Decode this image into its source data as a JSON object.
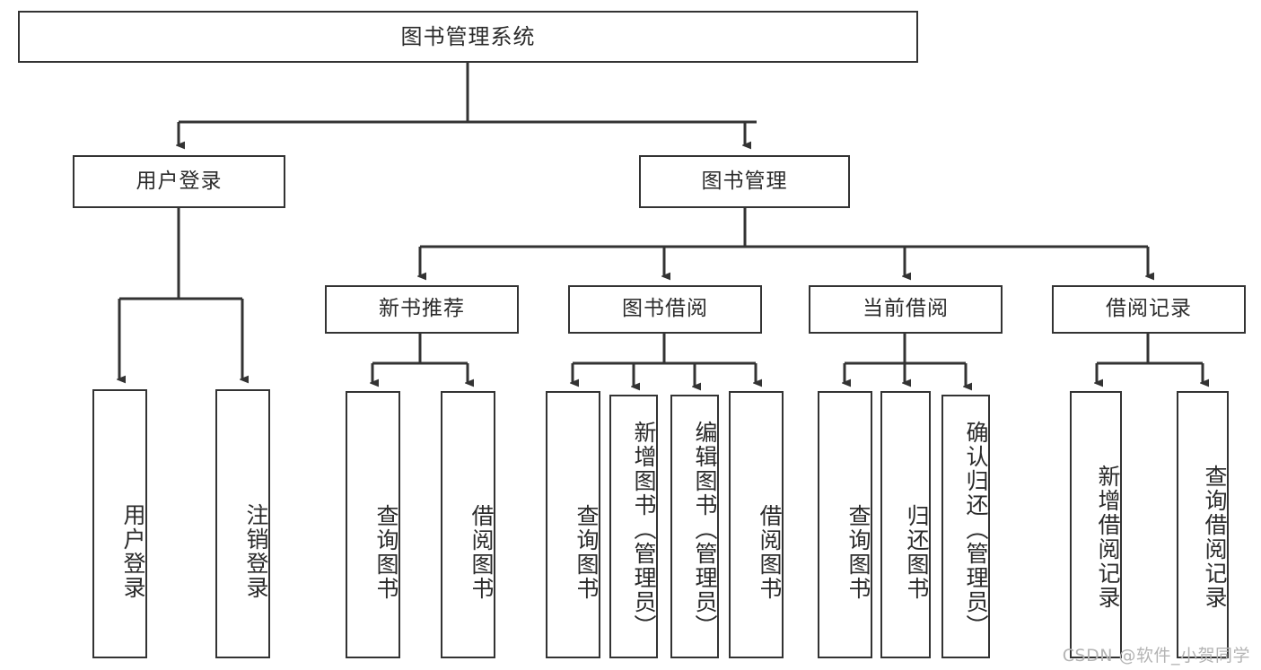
{
  "diagram": {
    "type": "tree-hierarchy-chart",
    "title": "图书管理系统",
    "root": {
      "label": "图书管理系统"
    },
    "level2": [
      {
        "label": "用户登录"
      },
      {
        "label": "图书管理"
      }
    ],
    "level3": [
      {
        "label": "新书推荐"
      },
      {
        "label": "图书借阅"
      },
      {
        "label": "当前借阅"
      },
      {
        "label": "借阅记录"
      }
    ],
    "leaves": {
      "user_login": [
        {
          "label": "用户登录"
        },
        {
          "label": "注销登录"
        }
      ],
      "new_book_recommend": [
        {
          "label": "查询图书"
        },
        {
          "label": "借阅图书"
        }
      ],
      "book_borrow": [
        {
          "label": "查询图书"
        },
        {
          "label": "新增图书（管理员）"
        },
        {
          "label": "编辑图书（管理员）"
        },
        {
          "label": "借阅图书"
        }
      ],
      "current_borrow": [
        {
          "label": "查询图书"
        },
        {
          "label": "归还图书"
        },
        {
          "label": "确认归还（管理员）"
        }
      ],
      "borrow_record": [
        {
          "label": "新增借阅记录"
        },
        {
          "label": "查询借阅记录"
        }
      ]
    },
    "watermark": "CSDN @软件_小贺同学",
    "colors": {
      "border": "#333333",
      "text": "#2b2b2b",
      "background": "#ffffff",
      "watermark": "#b4b4b4"
    }
  }
}
